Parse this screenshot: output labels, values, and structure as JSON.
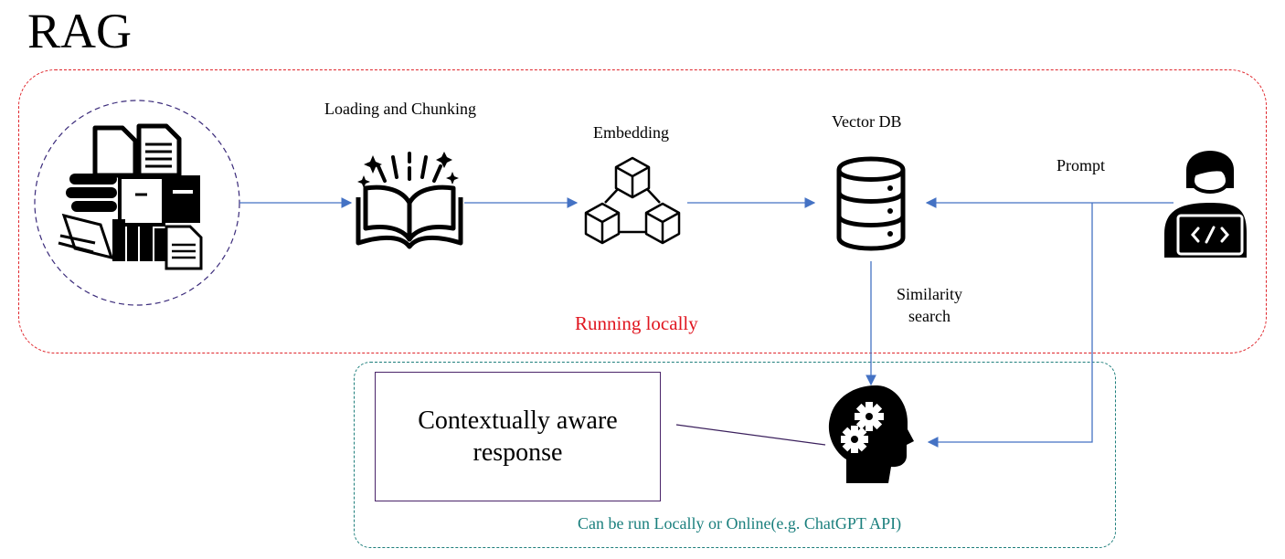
{
  "diagram": {
    "title": "RAG",
    "stages": {
      "loading": "Loading and Chunking",
      "embedding": "Embedding",
      "vector_db": "Vector DB",
      "prompt": "Prompt",
      "similarity": "Similarity search"
    },
    "similarity_lines": [
      "Similarity",
      "search"
    ],
    "response_box": "Contextually aware response",
    "zones": {
      "local": "Running locally",
      "online": "Can be run Locally or Online(e.g. ChatGPT API)"
    },
    "colors": {
      "arrow": "#4472c4",
      "local_zone": "#e0262c",
      "online_zone": "#1f7f7c",
      "response_border": "#4a2469"
    }
  }
}
